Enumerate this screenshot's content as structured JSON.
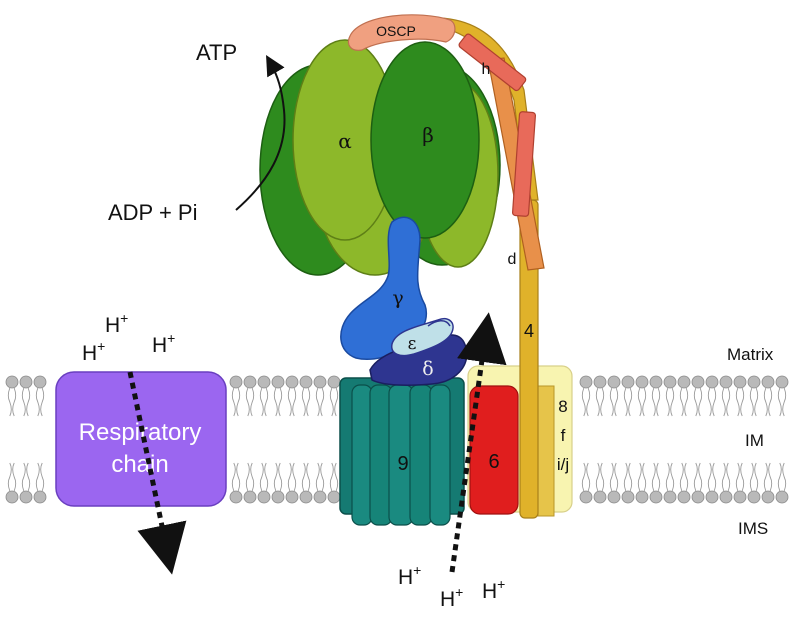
{
  "labels": {
    "atp": "ATP",
    "adp_pi": "ADP + Pi",
    "alpha": "α",
    "beta": "β",
    "gamma": "γ",
    "delta": "δ",
    "epsilon": "ε",
    "oscp": "OSCP",
    "h": "h",
    "d": "d",
    "four": "4",
    "six": "6",
    "eight": "8",
    "f": "f",
    "ij": "i/j",
    "nine": "9",
    "respiratory_chain_line1": "Respiratory",
    "respiratory_chain_line2": "chain",
    "matrix": "Matrix",
    "im": "IM",
    "ims": "IMS",
    "proton": "H",
    "proton_charge": "+"
  },
  "colors": {
    "alpha_dark": "#2e8b1e",
    "alpha_light": "#8db82a",
    "beta_dark": "#228b22",
    "oscp": "#f0a080",
    "stalk_b": "#e0b22a",
    "h_d": "#e87e5a",
    "gamma": "#2f6fd6",
    "delta": "#2e3590",
    "epsilon": "#bfe0e8",
    "c_ring": "#157a72",
    "subunit6": "#e01e1e",
    "minor_box": "#f8f4b0",
    "resp_chain": "#9b66f0",
    "lipid_head": "#b9b9b9"
  }
}
